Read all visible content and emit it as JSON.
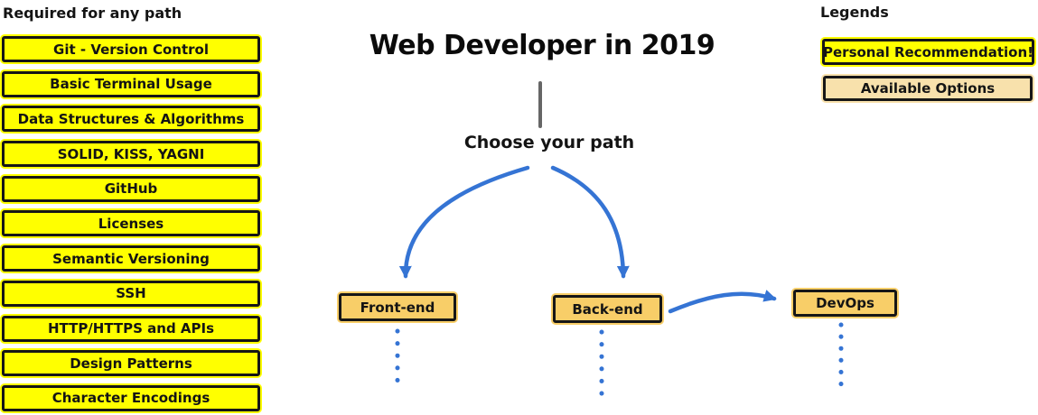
{
  "title": "Web Developer in 2019",
  "subtitle": "Choose your path",
  "required": {
    "heading": "Required for any path",
    "items": [
      "Git - Version Control",
      "Basic Terminal Usage",
      "Data Structures & Algorithms",
      "SOLID, KISS, YAGNI",
      "GitHub",
      "Licenses",
      "Semantic Versioning",
      "SSH",
      "HTTP/HTTPS and APIs",
      "Design Patterns",
      "Character Encodings"
    ]
  },
  "paths": {
    "front_end": "Front-end",
    "back_end": "Back-end",
    "devops": "DevOps"
  },
  "legend": {
    "heading": "Legends",
    "personal_recommendation": "Personal Recommendation!",
    "available_options": "Available Options"
  },
  "colors": {
    "recommendation_yellow": "#ffff00",
    "path_node_tan": "#f8ce68",
    "available_options_tan": "#f8e1ac",
    "arrow_blue": "#3574d4",
    "connector_gray": "#666666",
    "border_black": "#161616"
  }
}
